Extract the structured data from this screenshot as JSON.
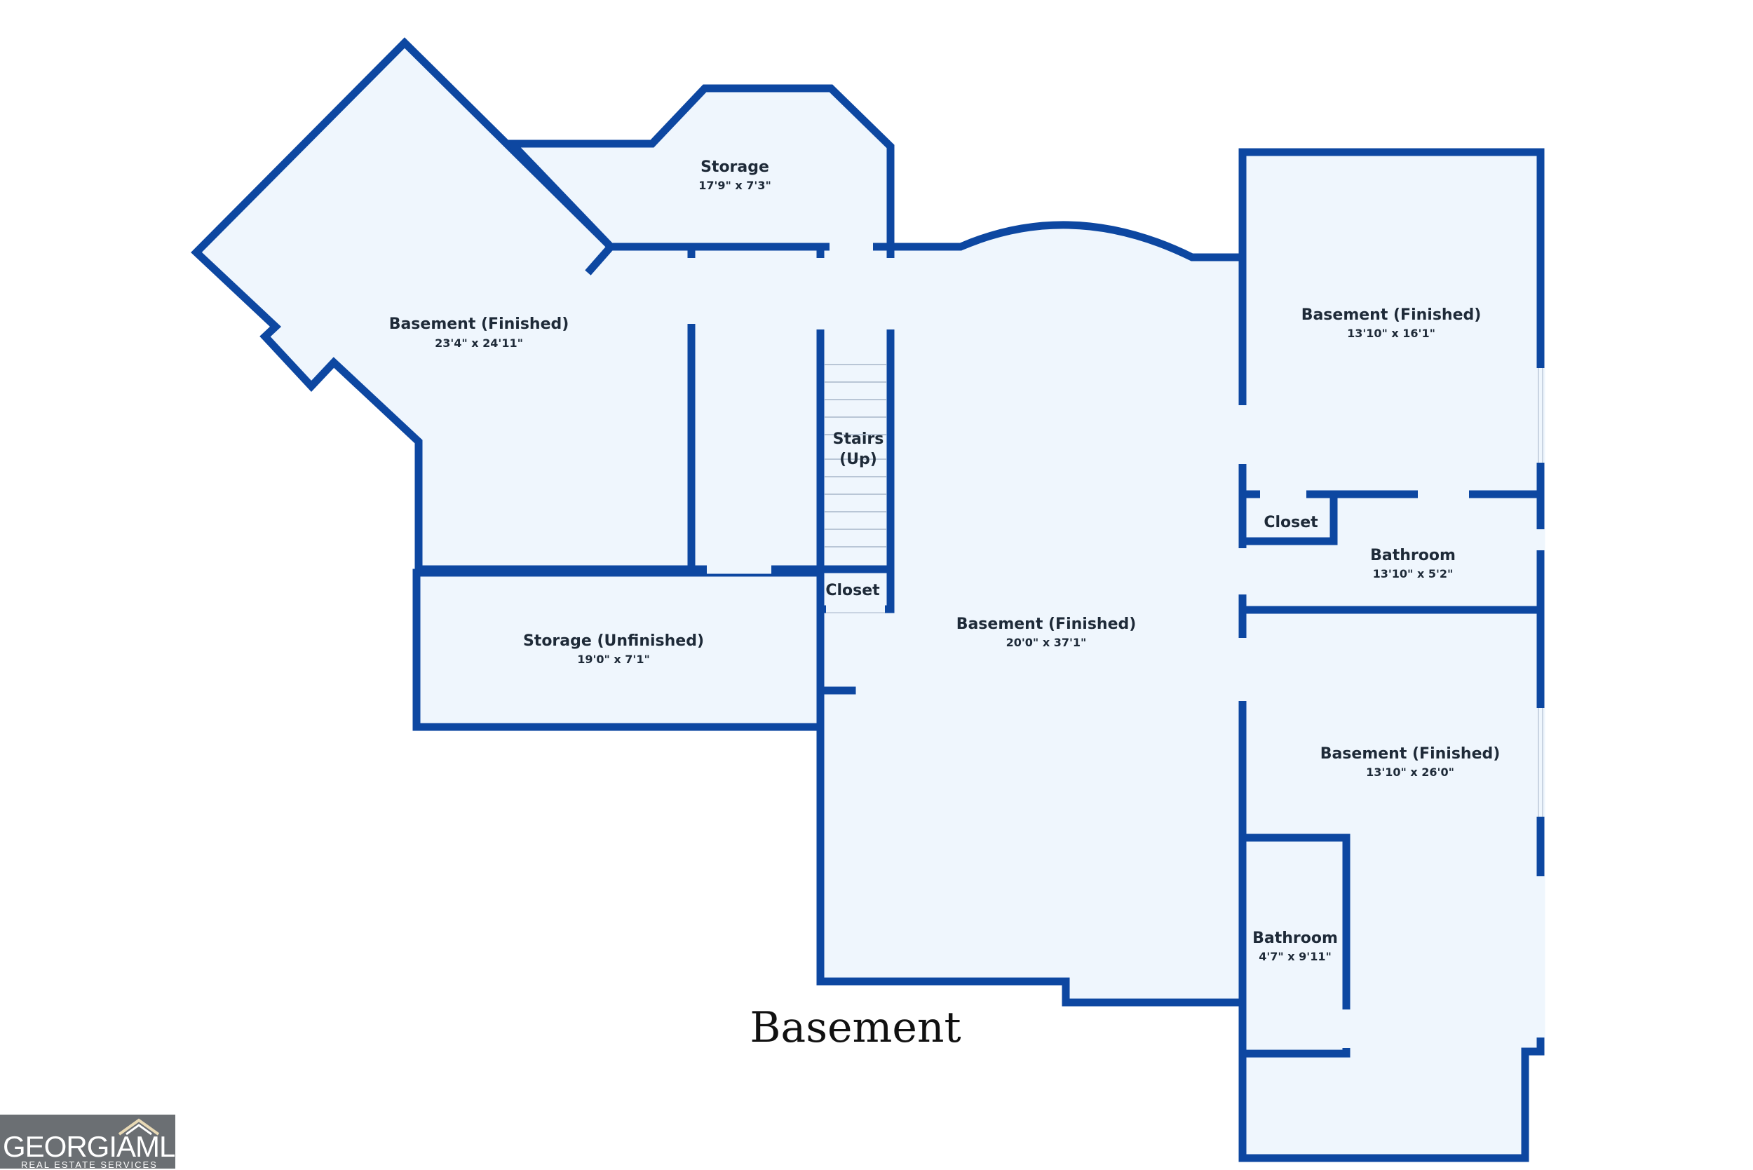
{
  "title": "Basement",
  "rooms": {
    "basement_left": {
      "name": "Basement (Finished)",
      "dims": "23'4\" x 24'11\""
    },
    "storage_top": {
      "name": "Storage",
      "dims": "17'9\" x 7'3\""
    },
    "stairs": {
      "line1": "Stairs",
      "line2": "(Up)"
    },
    "closet_stairs": {
      "name": "Closet"
    },
    "storage_unfinished": {
      "name": "Storage (Unfinished)",
      "dims": "19'0\" x 7'1\""
    },
    "basement_center": {
      "name": "Basement (Finished)",
      "dims": "20'0\" x 37'1\""
    },
    "basement_right_top": {
      "name": "Basement (Finished)",
      "dims": "13'10\" x 16'1\""
    },
    "closet_right": {
      "name": "Closet"
    },
    "bathroom_right": {
      "name": "Bathroom",
      "dims": "13'10\" x 5'2\""
    },
    "basement_right_bottom": {
      "name": "Basement (Finished)",
      "dims": "13'10\" x 26'0\""
    },
    "bathroom_small": {
      "name": "Bathroom",
      "dims": "4'7\" x 9'11\""
    }
  },
  "logo": {
    "main": "GEORGIAMLS",
    "sub": "REAL ESTATE SERVICES"
  },
  "colors": {
    "wall": "#0d47a1",
    "floor": "#eff6fd",
    "text": "#1e2a38",
    "logo_bg": "#6b6f73"
  }
}
